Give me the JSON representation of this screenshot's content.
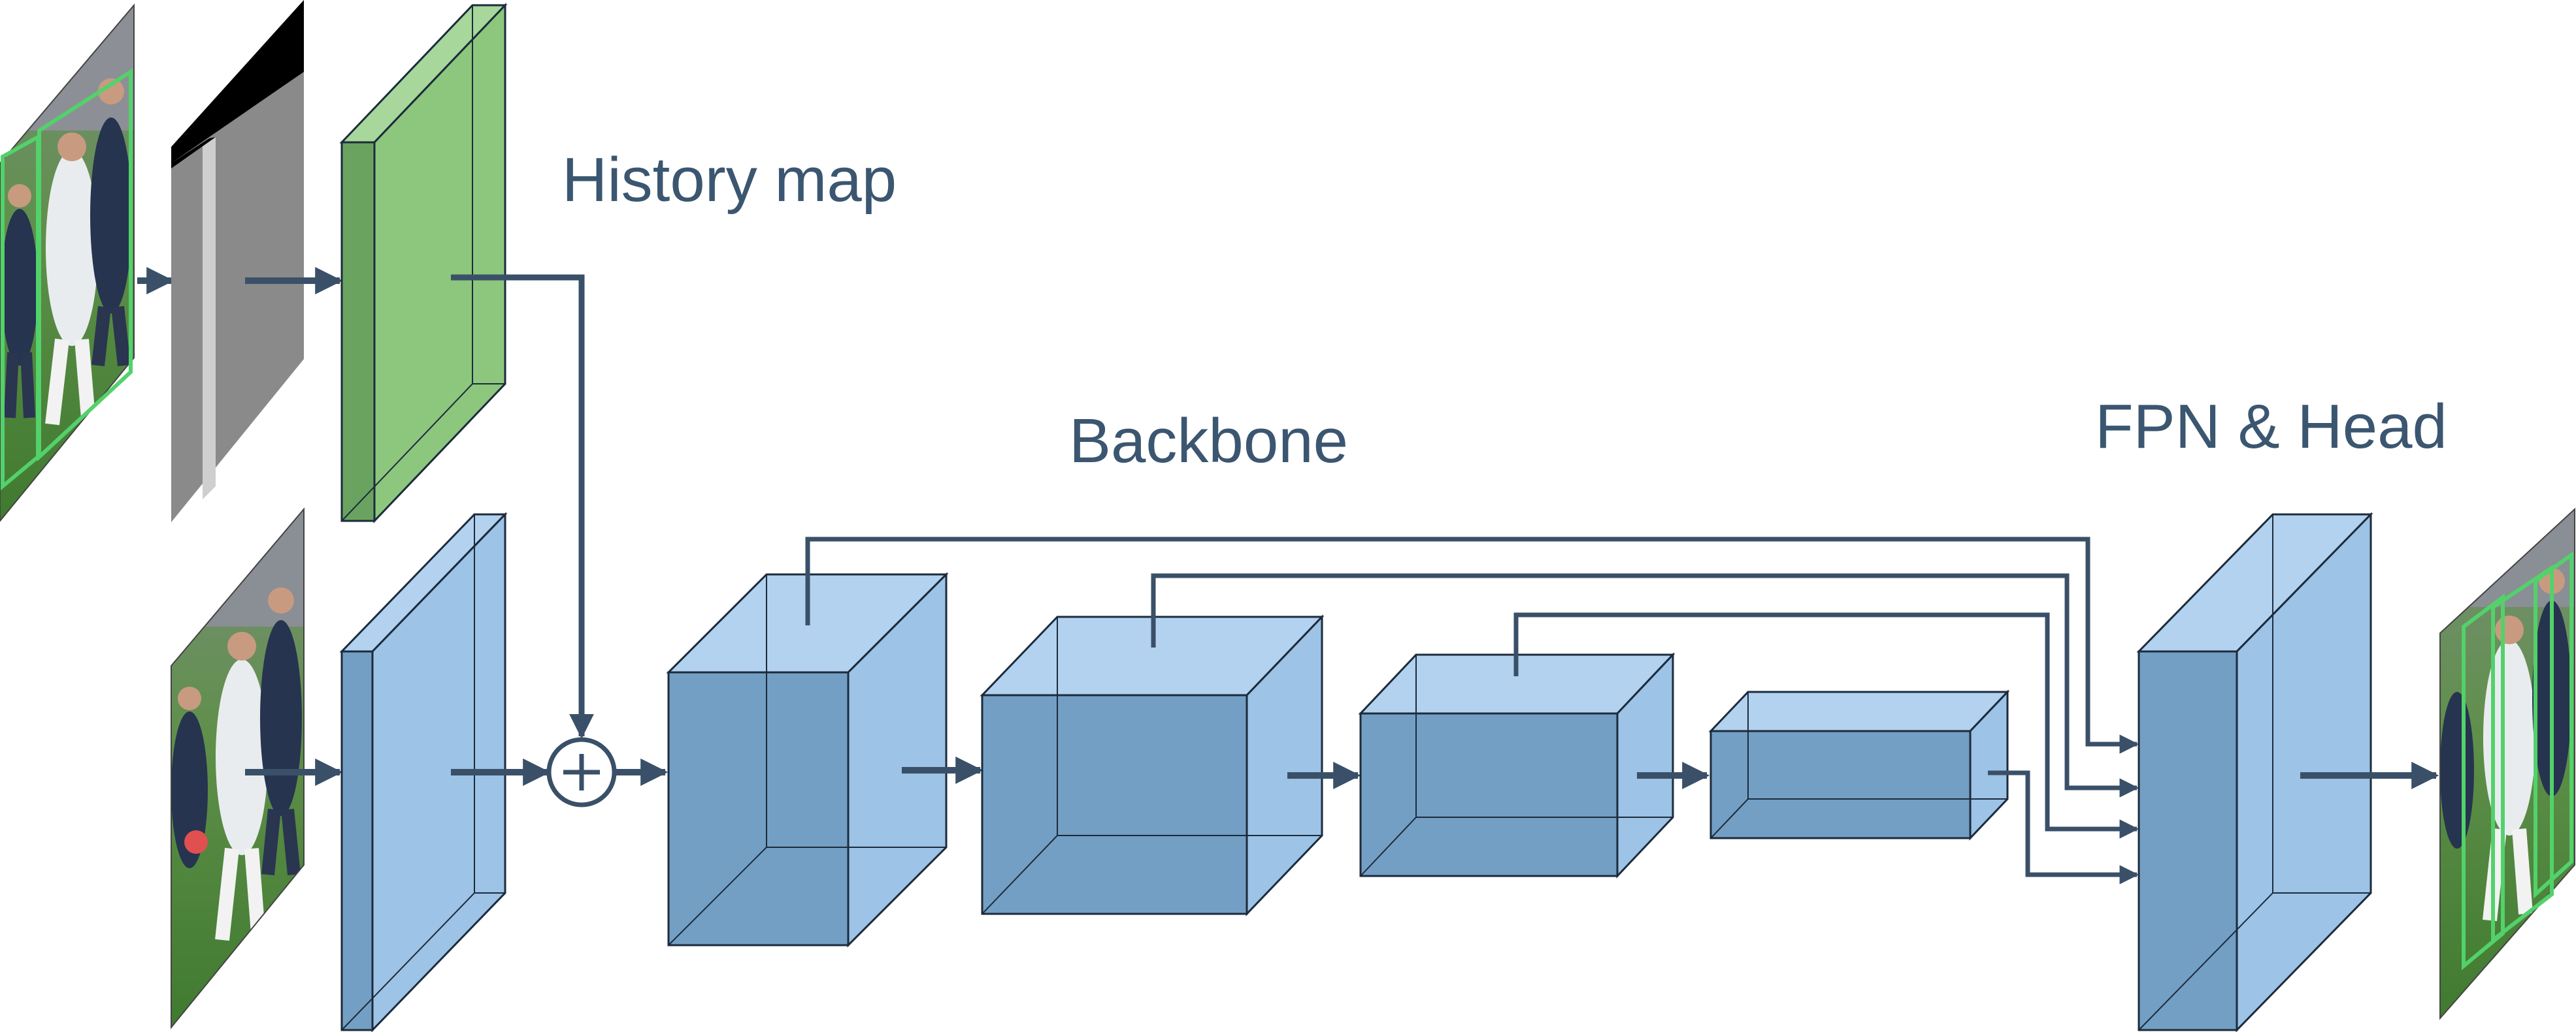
{
  "labels": {
    "history_map": "History map",
    "backbone": "Backbone",
    "fpn_head": "FPN & Head"
  },
  "colors": {
    "text": "#3b5670",
    "arrow": "#3a5068",
    "block_front": "#739fc4",
    "block_top": "#b2d2ef",
    "block_side": "#9dc3e6",
    "block_stroke": "#1c2b3c",
    "history_front": "#6aa35f",
    "history_side": "#8cc77d",
    "mask_grey": "#8a8a8a",
    "mask_black": "#000000",
    "detection_box": "#53d16b",
    "pitch_green": "#4f8a3c"
  },
  "icons": {
    "add_operator": "plus-circle-icon",
    "input_frame": "soccer-frame-image",
    "prev_detection_frame": "soccer-frame-with-boxes-image",
    "output_frame": "soccer-frame-with-boxes-image"
  }
}
